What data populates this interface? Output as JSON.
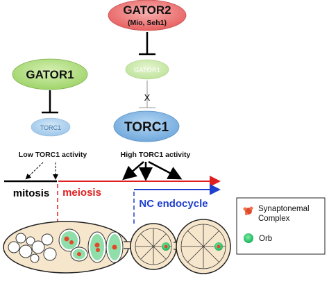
{
  "colors": {
    "gator2_fill": "#f08080",
    "gator1_fill": "#b8e08a",
    "gator1_faded_fill": "#cde8ae",
    "torc1_fill": "#8fbfe6",
    "torc1_faded_fill": "#b9d7ef",
    "mitosis_line": "#000000",
    "meiosis_red": "#e02020",
    "nc_blue": "#1f3fcf",
    "egg_chamber_fill": "#f6e6cc",
    "nucleus_green": "#22c76a",
    "complex_red": "#e04a2a"
  },
  "nodes": {
    "gator2_title": "GATOR2",
    "gator2_sub": "(Mio, Seh1)",
    "gator1_left": "GATOR1",
    "gator1_right": "GATOR1",
    "torc1_left": "TORC1",
    "torc1_right": "TORC1",
    "blocked_mark": "X"
  },
  "activity": {
    "low": "Low TORC1 activity",
    "high": "High TORC1 activity"
  },
  "processes": {
    "mitosis": "mitosis",
    "meiosis": "meiosis",
    "nc_endocycle": "NC endocycle"
  },
  "legend": {
    "synaptonemal_line1": "Synaptonemal",
    "synaptonemal_line2": "Complex",
    "orb": "Orb",
    "synaptonemal_icon": "synaptonemal-complex-icon",
    "orb_icon": "orb-icon"
  }
}
